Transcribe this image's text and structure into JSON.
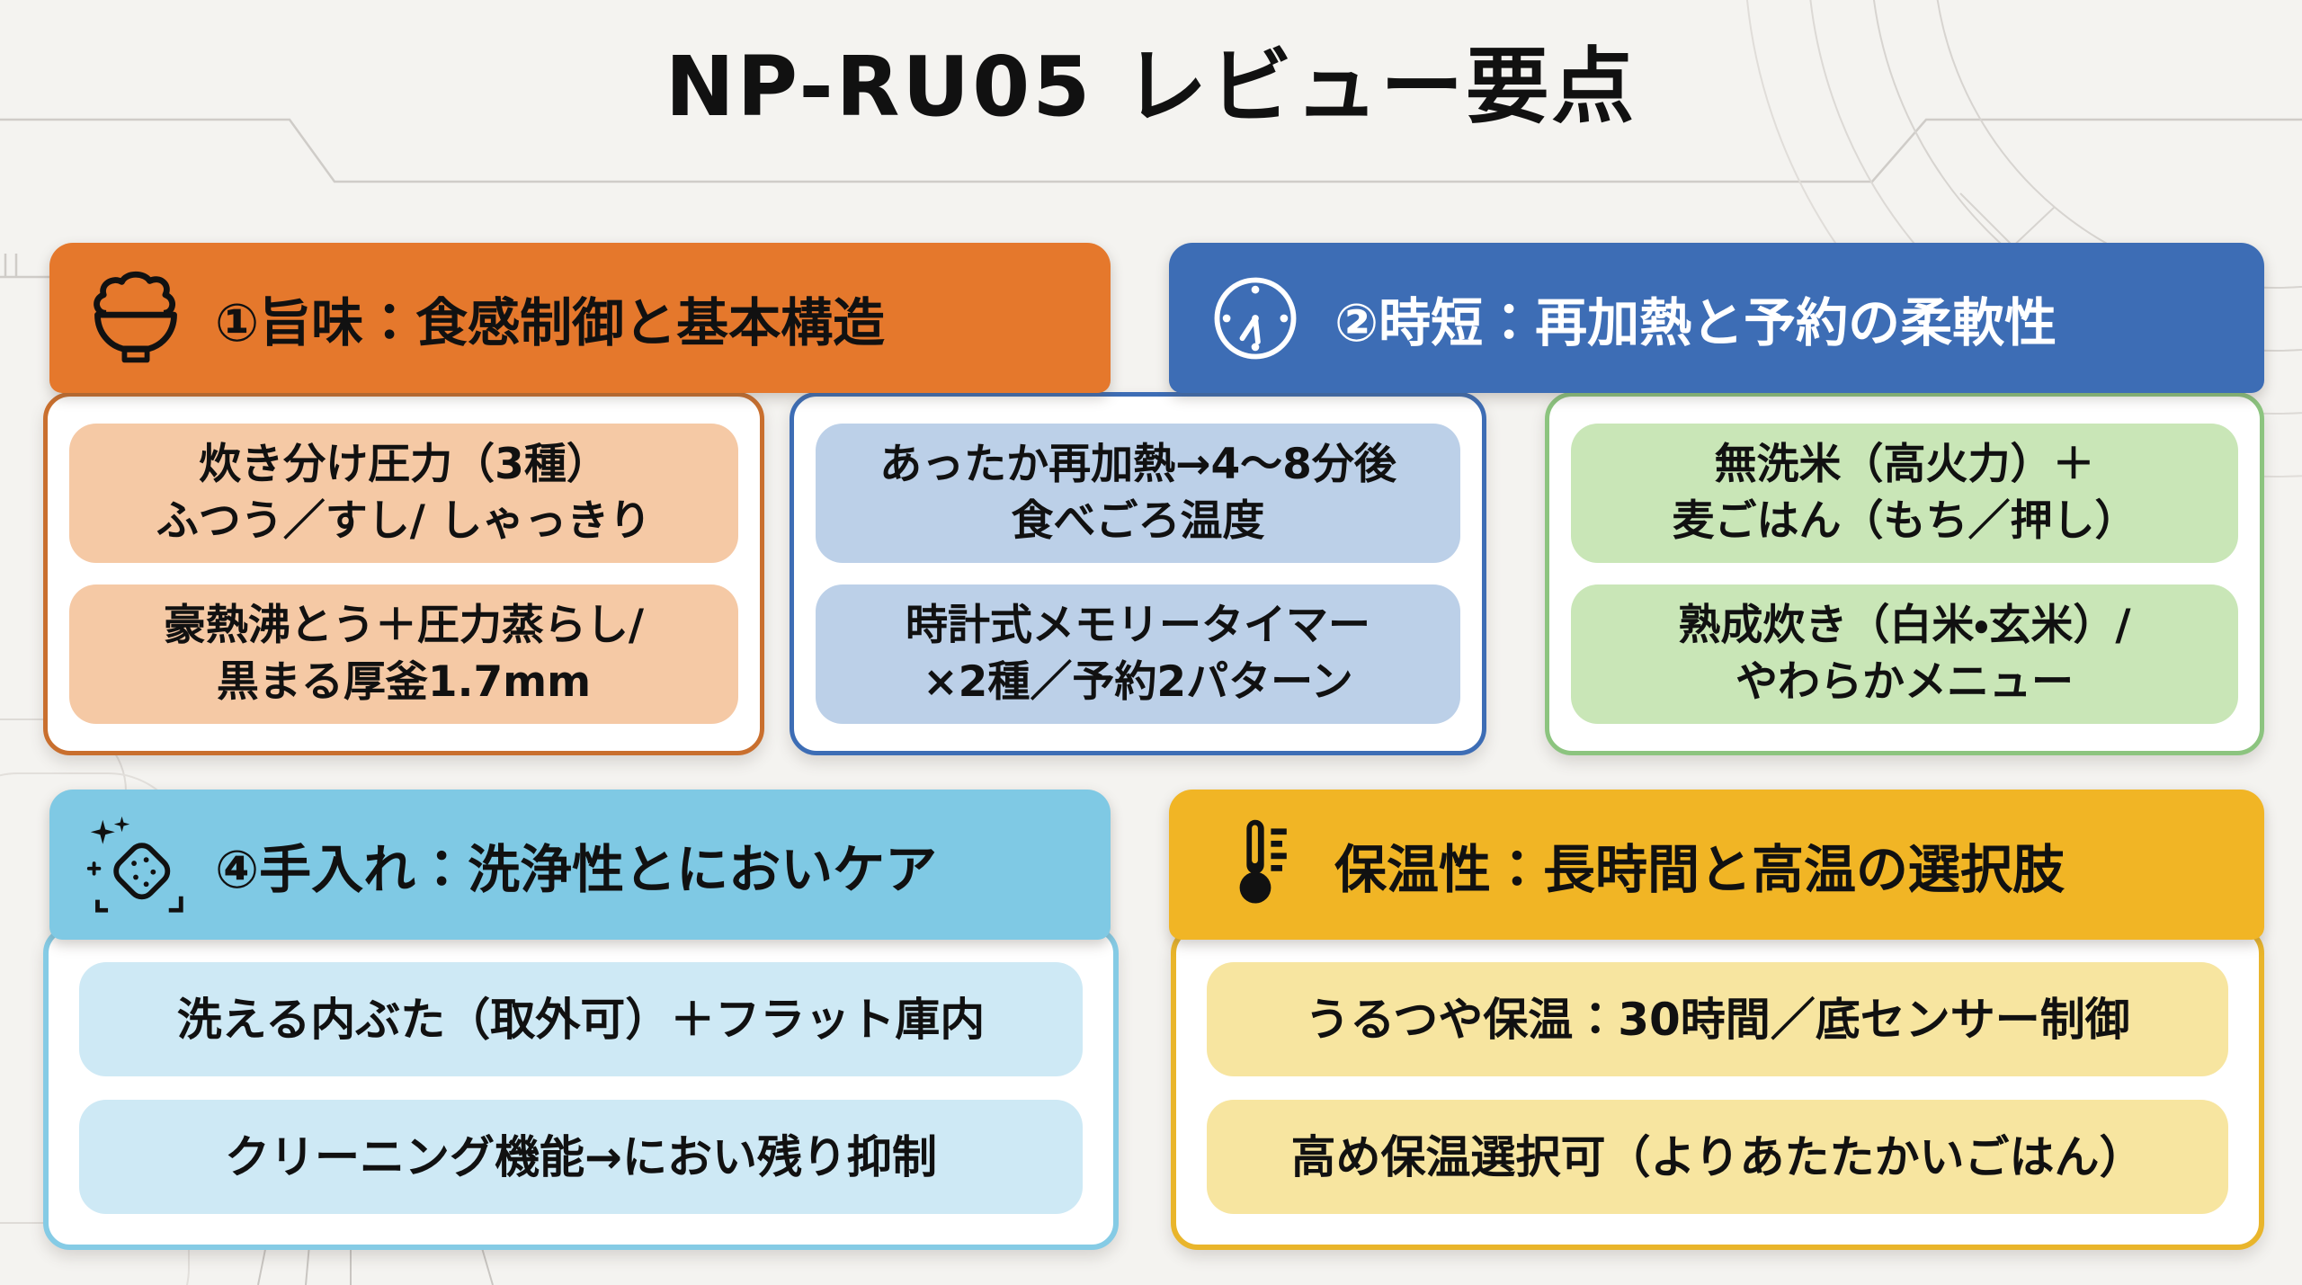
{
  "title": "NP-RU05 レビュー要点",
  "colors": {
    "background": "#f4f3f0",
    "taste_accent": "#e5782c",
    "speed_accent": "#3d6db5",
    "grain_accent": "#8cc47f",
    "care_accent": "#7fc9e4",
    "warm_accent": "#f1b525",
    "taste_pill": "#f5c9a5",
    "speed_pill": "#bcd0e8",
    "grain_pill": "#c9e6b7",
    "care_pill": "#cee9f5",
    "warm_pill": "#f7e5a0",
    "text": "#111111"
  },
  "headers": {
    "taste": {
      "icon": "rice-bowl-icon",
      "label": "①旨味：食感制御と基本構造"
    },
    "speed": {
      "icon": "clock-icon",
      "label": "②時短：再加熱と予約の柔軟性"
    },
    "care": {
      "icon": "sponge-sparkle-icon",
      "label": "④手入れ：洗浄性とにおいケア"
    },
    "warm": {
      "icon": "thermometer-icon",
      "label": "保温性：長時間と高温の選択肢"
    }
  },
  "top_columns": [
    {
      "items": [
        {
          "line1": "炊き分け圧力（3種）",
          "line2": "ふつう／すし/ しゃっきり"
        },
        {
          "line1": "豪熱沸とう＋圧力蒸らし/",
          "line2": "黒まる厚釜1.7mm"
        }
      ]
    },
    {
      "items": [
        {
          "line1": "あったか再加熱→4〜8分後",
          "line2": "食べごろ温度"
        },
        {
          "line1": "時計式メモリータイマー",
          "line2": "×2種／予約2パターン"
        }
      ]
    },
    {
      "items": [
        {
          "line1": "無洗米（高火力）＋",
          "line2": "麦ごはん（もち／押し）"
        },
        {
          "line1": "熟成炊き（白米・玄米）/",
          "line2": "やわらかメニュー"
        }
      ]
    }
  ],
  "bottom_columns": [
    {
      "items": [
        "洗える内ぶた（取外可）＋フラット庫内",
        "クリーニング機能→におい残り抑制"
      ]
    },
    {
      "items": [
        "うるつや保温：30時間／底センサー制御",
        "高め保温選択可（よりあたたかいごはん）"
      ]
    }
  ]
}
